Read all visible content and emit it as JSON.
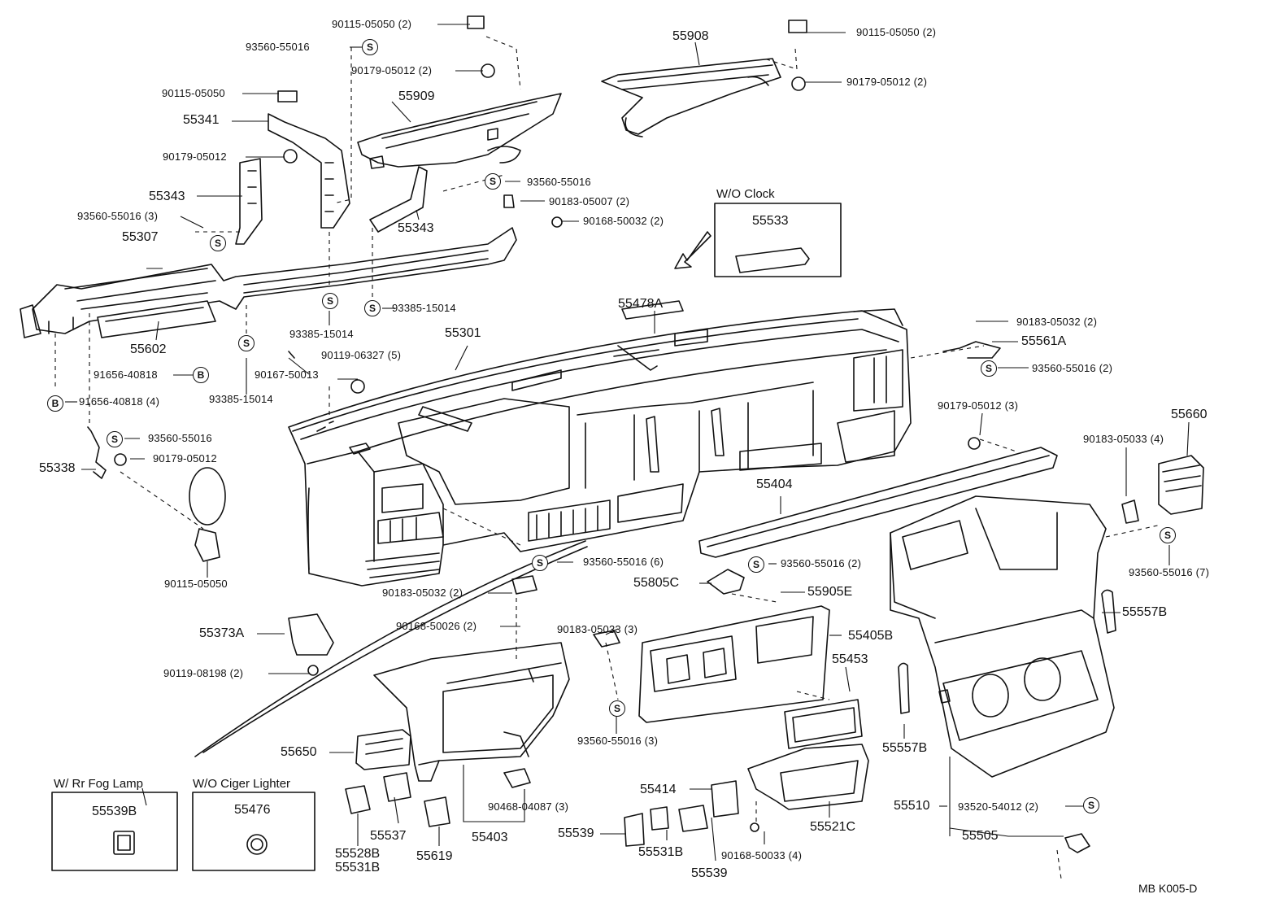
{
  "diagram": {
    "ref_code": "MB  K005-D",
    "boxes": {
      "wo_clock": {
        "title": "W/O Clock",
        "part": "55533"
      },
      "w_rr_fog_lamp": {
        "title": "W/ Rr Fog Lamp",
        "part": "55539B"
      },
      "wo_ciger_lighter": {
        "title": "W/O Ciger Lighter",
        "part": "55476"
      }
    },
    "callouts": {
      "s_symbol": "S",
      "b_symbol": "B"
    },
    "parts": [
      "90115-05050 (2)",
      "93560-55016",
      "90179-05012 (2)",
      "90115-05050",
      "55341",
      "90179-05012",
      "55909",
      "55343",
      "93560-55016 (3)",
      "55307",
      "55602",
      "91656-40818",
      "91656-40818 (4)",
      "93560-55016",
      "90179-05012",
      "55338",
      "90115-05050",
      "93385-15014",
      "90167-50013",
      "93385-15014",
      "90119-06327 (5)",
      "93385-15014",
      "55343",
      "93560-55016",
      "90183-05007 (2)",
      "90168-50032 (2)",
      "55908",
      "90115-05050 (2)",
      "90179-05012 (2)",
      "55478A",
      "55301",
      "90183-05032 (2)",
      "55561A",
      "93560-55016 (2)",
      "90179-05012 (3)",
      "55660",
      "90183-05033 (4)",
      "55404",
      "93560-55016 (7)",
      "93560-55016 (6)",
      "90183-05032 (2)",
      "93560-55016 (2)",
      "55805C",
      "55905E",
      "55405B",
      "55557B",
      "55373A",
      "90168-50026 (2)",
      "90183-05033 (3)",
      "90119-08198 (2)",
      "55453",
      "55557B",
      "93560-55016 (3)",
      "55650",
      "90468-04087 (3)",
      "55414",
      "55510",
      "93520-54012 (2)",
      "55505",
      "55537",
      "55403",
      "55539",
      "55531B",
      "55521C",
      "55528B",
      "55531B",
      "55619",
      "55539",
      "90168-50033 (4)"
    ]
  }
}
